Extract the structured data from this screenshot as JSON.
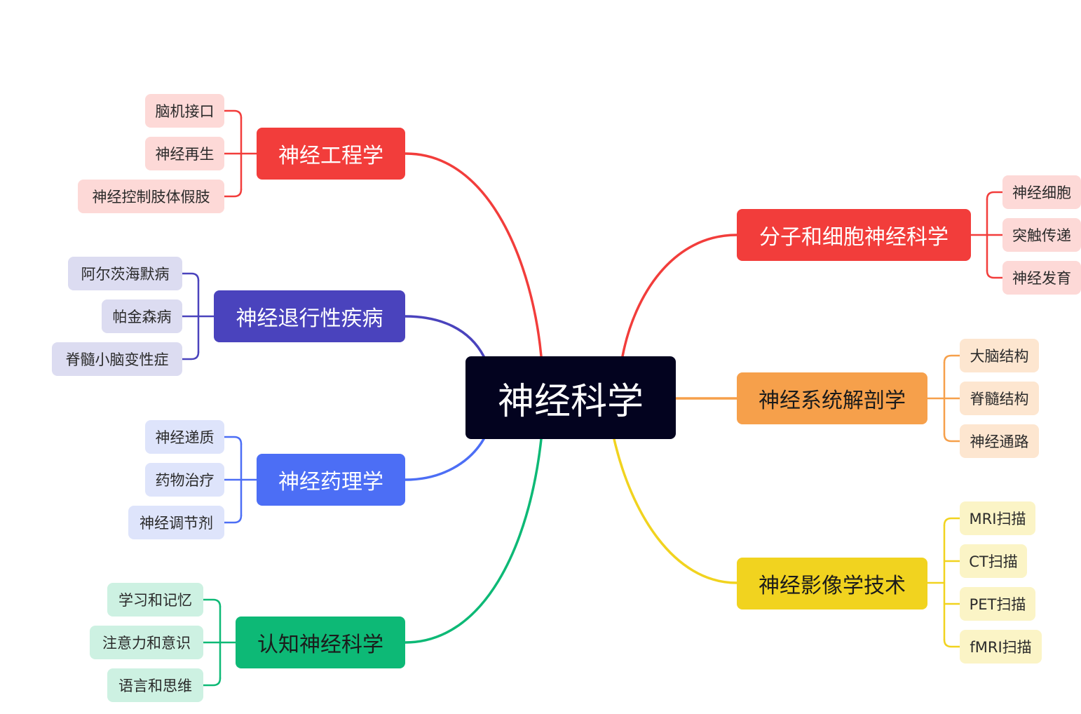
{
  "center": {
    "label": "神经科学"
  },
  "branches": {
    "engineering": {
      "label": "神经工程学",
      "color": "#f23d3b",
      "leaves": [
        "脑机接口",
        "神经再生",
        "神经控制肢体假肢"
      ]
    },
    "degenerative": {
      "label": "神经退行性疾病",
      "color": "#4a43bd",
      "leaves": [
        "阿尔茨海默病",
        "帕金森病",
        "脊髓小脑变性症"
      ]
    },
    "pharmacology": {
      "label": "神经药理学",
      "color": "#4c6ef5",
      "leaves": [
        "神经递质",
        "药物治疗",
        "神经调节剂"
      ]
    },
    "cognitive": {
      "label": "认知神经科学",
      "color": "#0db976",
      "leaves": [
        "学习和记忆",
        "注意力和意识",
        "语言和思维"
      ]
    },
    "molecular": {
      "label": "分子和细胞神经科学",
      "color": "#f23d3b",
      "leaves": [
        "神经细胞",
        "突触传递",
        "神经发育"
      ]
    },
    "anatomy": {
      "label": "神经系统解剖学",
      "color": "#f6a04b",
      "leaves": [
        "大脑结构",
        "脊髓结构",
        "神经通路"
      ]
    },
    "imaging": {
      "label": "神经影像学技术",
      "color": "#f1d31f",
      "leaves": [
        "MRI扫描",
        "CT扫描",
        "PET扫描",
        "fMRI扫描"
      ]
    }
  }
}
